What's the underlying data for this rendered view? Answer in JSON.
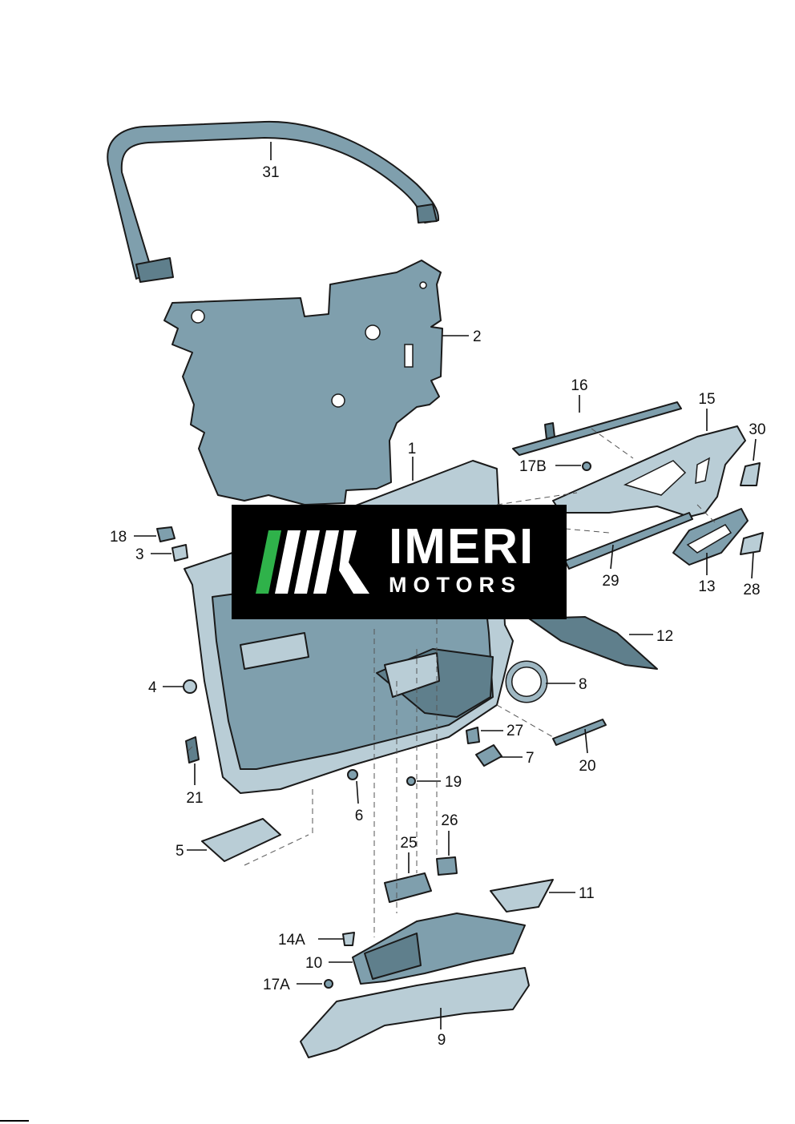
{
  "brand": {
    "name": "IMERI",
    "sub": "MOTORS",
    "colors": {
      "stripe_green": "#2fb24a",
      "stripe_white": "#ffffff",
      "background": "#000000"
    }
  },
  "callouts": [
    {
      "id": "c31",
      "text": "31"
    },
    {
      "id": "c2",
      "text": "2"
    },
    {
      "id": "c16",
      "text": "16"
    },
    {
      "id": "c15",
      "text": "15"
    },
    {
      "id": "c30",
      "text": "30"
    },
    {
      "id": "c1",
      "text": "1"
    },
    {
      "id": "c17b",
      "text": "17B"
    },
    {
      "id": "c18",
      "text": "18"
    },
    {
      "id": "c3",
      "text": "3"
    },
    {
      "id": "c29",
      "text": "29"
    },
    {
      "id": "c13",
      "text": "13"
    },
    {
      "id": "c28",
      "text": "28"
    },
    {
      "id": "c12",
      "text": "12"
    },
    {
      "id": "c8",
      "text": "8"
    },
    {
      "id": "c4",
      "text": "4"
    },
    {
      "id": "c27",
      "text": "27"
    },
    {
      "id": "c7",
      "text": "7"
    },
    {
      "id": "c20",
      "text": "20"
    },
    {
      "id": "c21",
      "text": "21"
    },
    {
      "id": "c19",
      "text": "19"
    },
    {
      "id": "c6",
      "text": "6"
    },
    {
      "id": "c5",
      "text": "5"
    },
    {
      "id": "c26",
      "text": "26"
    },
    {
      "id": "c25",
      "text": "25"
    },
    {
      "id": "c11",
      "text": "11"
    },
    {
      "id": "c14a",
      "text": "14A"
    },
    {
      "id": "c10",
      "text": "10"
    },
    {
      "id": "c17a",
      "text": "17A"
    },
    {
      "id": "c9",
      "text": "9"
    }
  ]
}
